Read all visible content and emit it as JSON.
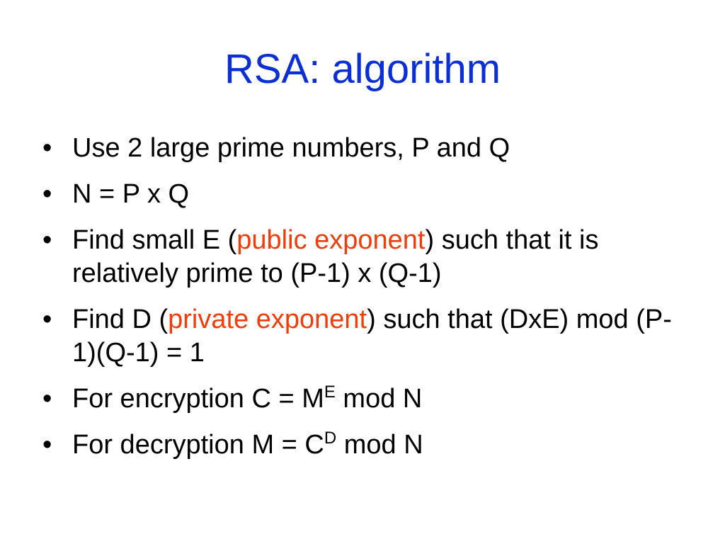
{
  "slide": {
    "title": "RSA: algorithm",
    "colors": {
      "title": "#0a2fd6",
      "body_text": "#000000",
      "highlight": "#f23d0a",
      "background": "#ffffff"
    },
    "bullets": [
      {
        "text": "Use 2 large prime numbers, P and Q"
      },
      {
        "text": "N = P x Q"
      },
      {
        "before": "Find small E (",
        "highlight": "public exponent",
        "after": ") such that it is relatively prime to (P-1) x (Q-1)"
      },
      {
        "before": "Find D (",
        "highlight": "private exponent",
        "after": ") such that (DxE) mod (P-1)(Q-1) = 1"
      },
      {
        "before": "For encryption C = M",
        "sup": "E",
        "after": " mod N"
      },
      {
        "before": "For decryption M = C",
        "sup": "D",
        "after": " mod N"
      }
    ]
  }
}
